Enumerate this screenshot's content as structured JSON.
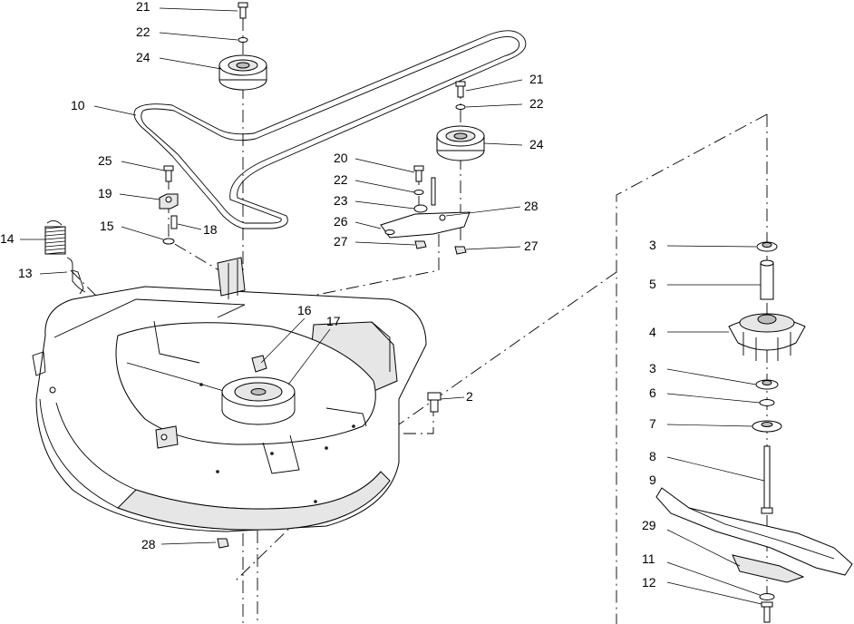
{
  "callouts": [
    {
      "id": "c21a",
      "label": "21"
    },
    {
      "id": "c22a",
      "label": "22"
    },
    {
      "id": "c24a",
      "label": "24"
    },
    {
      "id": "c10",
      "label": "10"
    },
    {
      "id": "c21b",
      "label": "21"
    },
    {
      "id": "c22b",
      "label": "22"
    },
    {
      "id": "c24b",
      "label": "24"
    },
    {
      "id": "c25",
      "label": "25"
    },
    {
      "id": "c20",
      "label": "20"
    },
    {
      "id": "c22c",
      "label": "22"
    },
    {
      "id": "c19",
      "label": "19"
    },
    {
      "id": "c23",
      "label": "23"
    },
    {
      "id": "c28a",
      "label": "28"
    },
    {
      "id": "c15",
      "label": "15"
    },
    {
      "id": "c18",
      "label": "18"
    },
    {
      "id": "c26",
      "label": "26"
    },
    {
      "id": "c14",
      "label": "14"
    },
    {
      "id": "c27a",
      "label": "27"
    },
    {
      "id": "c27b",
      "label": "27"
    },
    {
      "id": "c13",
      "label": "13"
    },
    {
      "id": "c3a",
      "label": "3"
    },
    {
      "id": "c5",
      "label": "5"
    },
    {
      "id": "c16",
      "label": "16"
    },
    {
      "id": "c17",
      "label": "17"
    },
    {
      "id": "c4",
      "label": "4"
    },
    {
      "id": "c3b",
      "label": "3"
    },
    {
      "id": "c2",
      "label": "2"
    },
    {
      "id": "c6",
      "label": "6"
    },
    {
      "id": "c7",
      "label": "7"
    },
    {
      "id": "c8",
      "label": "8"
    },
    {
      "id": "c9",
      "label": "9"
    },
    {
      "id": "c29",
      "label": "29"
    },
    {
      "id": "c28b",
      "label": "28"
    },
    {
      "id": "c11",
      "label": "11"
    },
    {
      "id": "c12",
      "label": "12"
    }
  ]
}
